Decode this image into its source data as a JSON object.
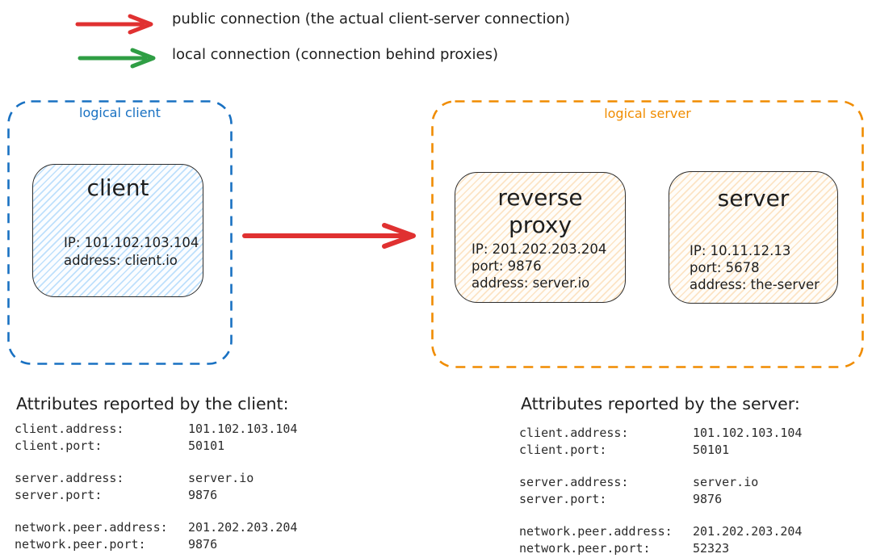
{
  "colors": {
    "red": "#e03131",
    "green": "#2f9e44",
    "blue": "#1971c2",
    "orange": "#f08c00"
  },
  "legend": {
    "items": [
      {
        "name": "public-connection",
        "color": "#e03131",
        "label": "public connection (the actual client-server connection)"
      },
      {
        "name": "local-connection",
        "color": "#2f9e44",
        "label": "local connection (connection behind proxies)"
      }
    ]
  },
  "diagram": {
    "logical_client": {
      "label": "logical client",
      "client_node": {
        "title": "client",
        "lines": [
          "IP: 101.102.103.104",
          "address: client.io"
        ]
      }
    },
    "logical_server": {
      "label": "logical server",
      "reverse_proxy_node": {
        "title": "reverse proxy",
        "lines": [
          "IP: 201.202.203.204",
          "port: 9876",
          "address: server.io"
        ]
      },
      "server_node": {
        "title": "server",
        "lines": [
          "IP: 10.11.12.13",
          "port: 5678",
          "address: the-server"
        ]
      }
    }
  },
  "attributes_client": {
    "title": "Attributes reported by the client:",
    "groups": [
      [
        {
          "key": "client.address:",
          "value": "101.102.103.104"
        },
        {
          "key": "client.port:",
          "value": "50101"
        }
      ],
      [
        {
          "key": "server.address:",
          "value": "server.io"
        },
        {
          "key": "server.port:",
          "value": "9876"
        }
      ],
      [
        {
          "key": "network.peer.address:",
          "value": "201.202.203.204"
        },
        {
          "key": "network.peer.port:",
          "value": "9876"
        }
      ]
    ]
  },
  "attributes_server": {
    "title": "Attributes reported by the server:",
    "groups": [
      [
        {
          "key": "client.address:",
          "value": "101.102.103.104"
        },
        {
          "key": "client.port:",
          "value": "50101"
        }
      ],
      [
        {
          "key": "server.address:",
          "value": "server.io"
        },
        {
          "key": "server.port:",
          "value": "9876"
        }
      ],
      [
        {
          "key": "network.peer.address:",
          "value": "201.202.203.204"
        },
        {
          "key": "network.peer.port:",
          "value": "52323"
        }
      ]
    ]
  }
}
